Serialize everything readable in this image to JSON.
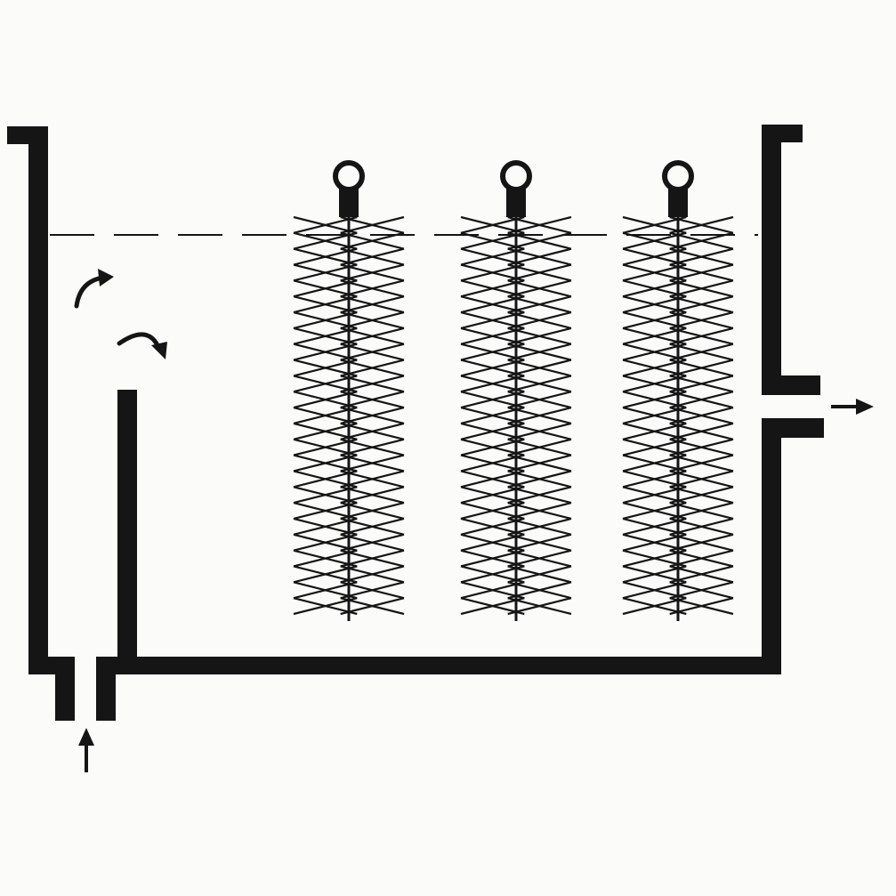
{
  "diagram": {
    "type": "filter-tank-schematic",
    "ink_color": "#151515",
    "background_color": "#fbfbf9",
    "brush_count": 3,
    "bristle_rows_per_brush": 25,
    "flow_arrows": {
      "inlet": "up-arrow-icon",
      "overflow_left": "curved-arrow-icon",
      "overflow_right": "curved-arrow-icon",
      "outlet": "right-arrow-icon"
    },
    "water_level": "dashed"
  }
}
